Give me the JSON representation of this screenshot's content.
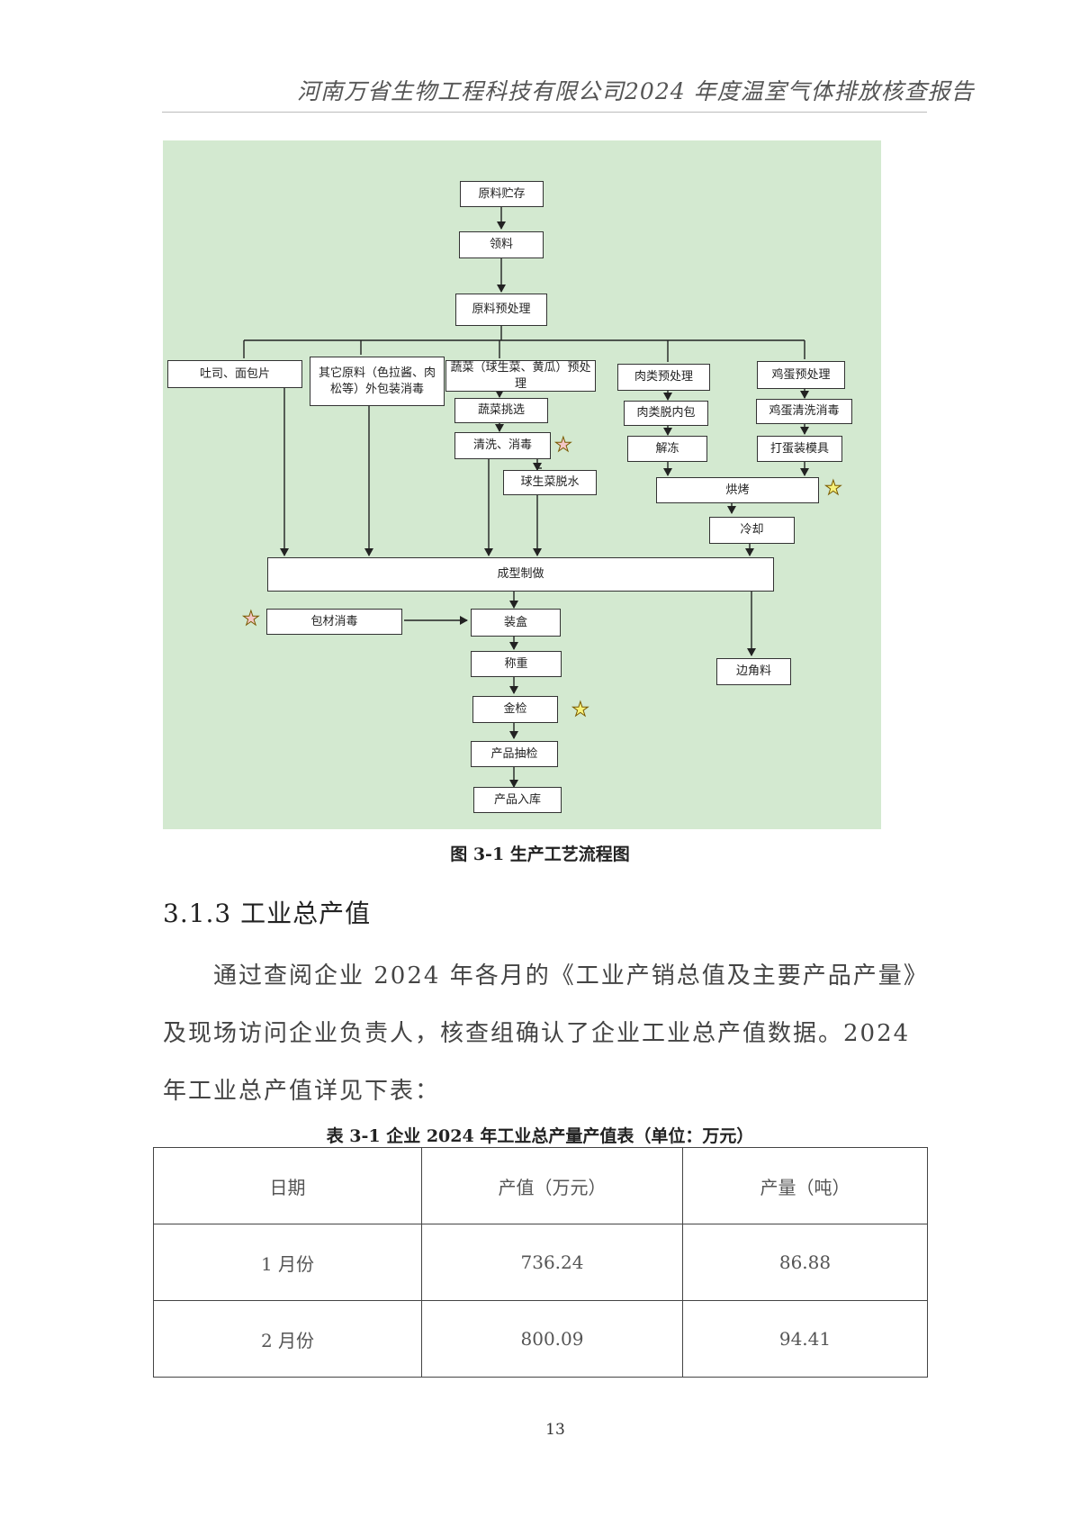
{
  "header": {
    "title": "河南万省生物工程科技有限公司2024 年度温室气体排放核查报告"
  },
  "flowchart": {
    "nodes": {
      "raw_storage": "原料贮存",
      "receive": "领料",
      "pretreat": "原料预处理",
      "toast": "吐司、面包片",
      "other_raw": "其它原料（色拉酱、肉松等）外包装消毒",
      "veg_pre": "蔬菜（球生菜、黄瓜）预处理",
      "veg_pick": "蔬菜挑选",
      "wash": "清洗、消毒",
      "lettuce_dry": "球生菜脱水",
      "meat_pre": "肉类预处理",
      "meat_unpack": "肉类脱内包",
      "thaw": "解冻",
      "egg_pre": "鸡蛋预处理",
      "egg_wash": "鸡蛋清洗消毒",
      "egg_mold": "打蛋装模具",
      "bake": "烘烤",
      "cool": "冷却",
      "shape": "成型制做",
      "pack_disinfect": "包材消毒",
      "boxing": "装盒",
      "weigh": "称重",
      "metal_check": "金检",
      "sampling": "产品抽检",
      "storage": "产品入库",
      "scrap": "边角料"
    }
  },
  "figure_caption": "图 3-1 生产工艺流程图",
  "section": {
    "title": "3.1.3 工业总产值"
  },
  "paragraph": "通过查阅企业 2024 年各月的《工业产销总值及主要产品产量》及现场访问企业负责人，核查组确认了企业工业总产值数据。2024 年工业总产值详见下表：",
  "table": {
    "title": "表 3-1  企业 2024 年工业总产量产值表（单位：万元）",
    "headers": [
      "日期",
      "产值（万元）",
      "产量（吨）"
    ],
    "rows": [
      [
        "1 月份",
        "736.24",
        "86.88"
      ],
      [
        "2 月份",
        "800.09",
        "94.41"
      ]
    ]
  },
  "page_number": "13",
  "colors": {
    "figure_bg": "#d3e9d0",
    "star_pink": "#f4c7c7",
    "star_yellow": "#f7f27a"
  }
}
